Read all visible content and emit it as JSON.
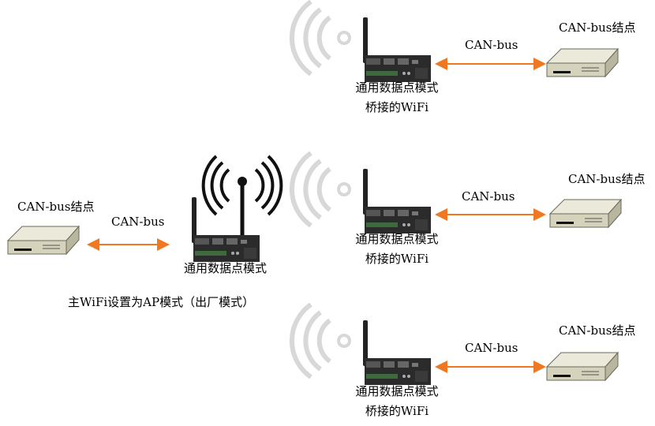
{
  "master": {
    "device_label": "通用数据点模式",
    "mode_note": "主WiFi设置为AP模式（出厂模式）",
    "node_label": "CAN-bus结点",
    "link_label": "CAN-bus"
  },
  "bridges": [
    {
      "device_label_line1": "通用数据点模式",
      "device_label_line2": "桥接的WiFi",
      "link_label": "CAN-bus",
      "node_label": "CAN-bus结点"
    },
    {
      "device_label_line1": "通用数据点模式",
      "device_label_line2": "桥接的WiFi",
      "link_label": "CAN-bus",
      "node_label": "CAN-bus结点"
    },
    {
      "device_label_line1": "通用数据点模式",
      "device_label_line2": "桥接的WiFi",
      "link_label": "CAN-bus",
      "node_label": "CAN-bus结点"
    }
  ],
  "colors": {
    "link": "#f07820",
    "node_body": "#d6d3bd",
    "node_edge": "#6a6a5a",
    "router": "#2b2b2b",
    "wave_faint": "#d8d8d8",
    "wave_strong": "#111111"
  },
  "icons": {
    "node": "can-node-icon",
    "router": "router-icon",
    "wifi": "wifi-waves-icon"
  }
}
